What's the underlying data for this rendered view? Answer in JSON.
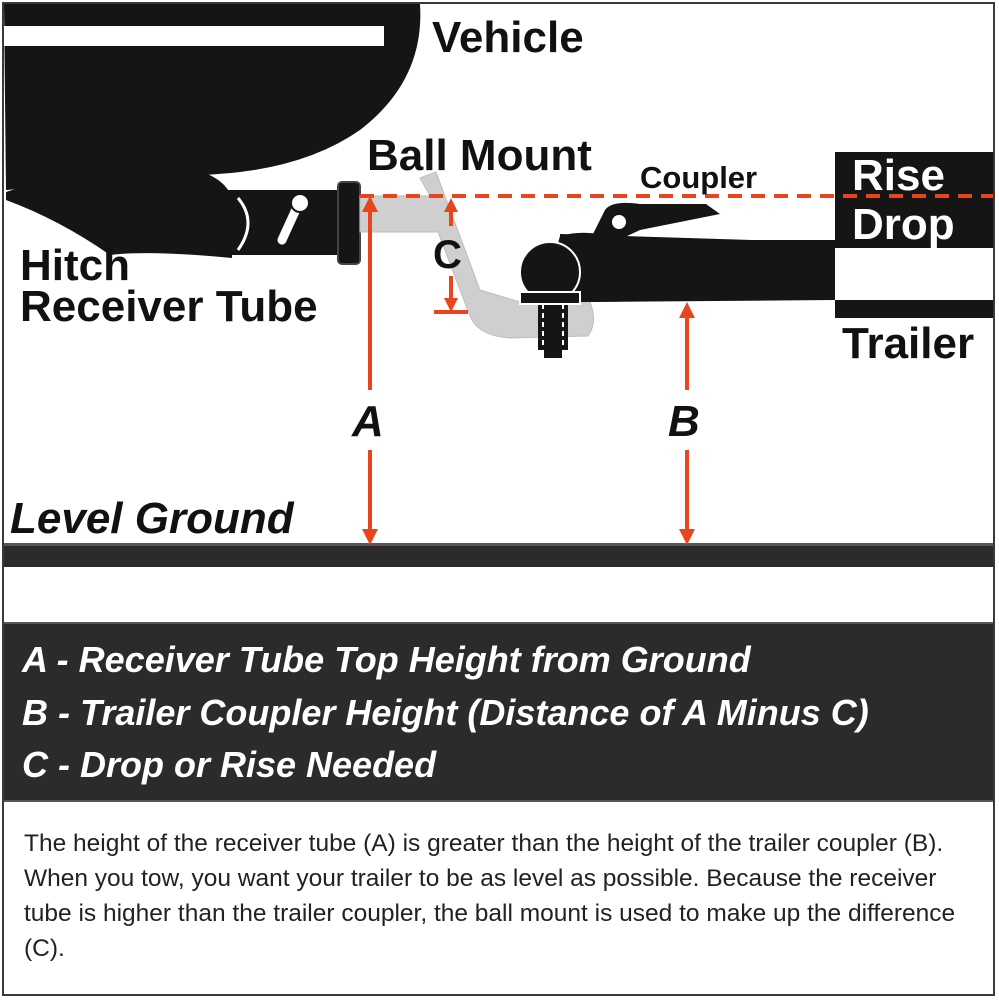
{
  "diagram": {
    "labels": {
      "vehicle": "Vehicle",
      "ball_mount": "Ball Mount",
      "coupler": "Coupler",
      "rise": "Rise",
      "drop": "Drop",
      "hitch_line1": "Hitch",
      "hitch_line2": "Receiver Tube",
      "trailer": "Trailer",
      "dimension_a": "A",
      "dimension_b": "B",
      "dimension_c": "C",
      "level_ground": "Level Ground"
    },
    "colors": {
      "dimension_arrows": "#e8451c",
      "reference_line": "#e8451c",
      "vehicle_parts": "#151515",
      "ball_mount": "#cfcfcf",
      "legend_background": "#2b2b2b"
    }
  },
  "legend": {
    "items": [
      "A - Receiver Tube Top Height from Ground",
      "B - Trailer Coupler Height (Distance of A Minus C)",
      "C - Drop or Rise Needed"
    ]
  },
  "description": "The height of the receiver tube (A) is greater than the height of the trailer coupler (B). When you tow, you want your trailer to be as level as possible. Because the receiver tube is higher than the trailer coupler, the ball mount is used to make up the difference (C)."
}
